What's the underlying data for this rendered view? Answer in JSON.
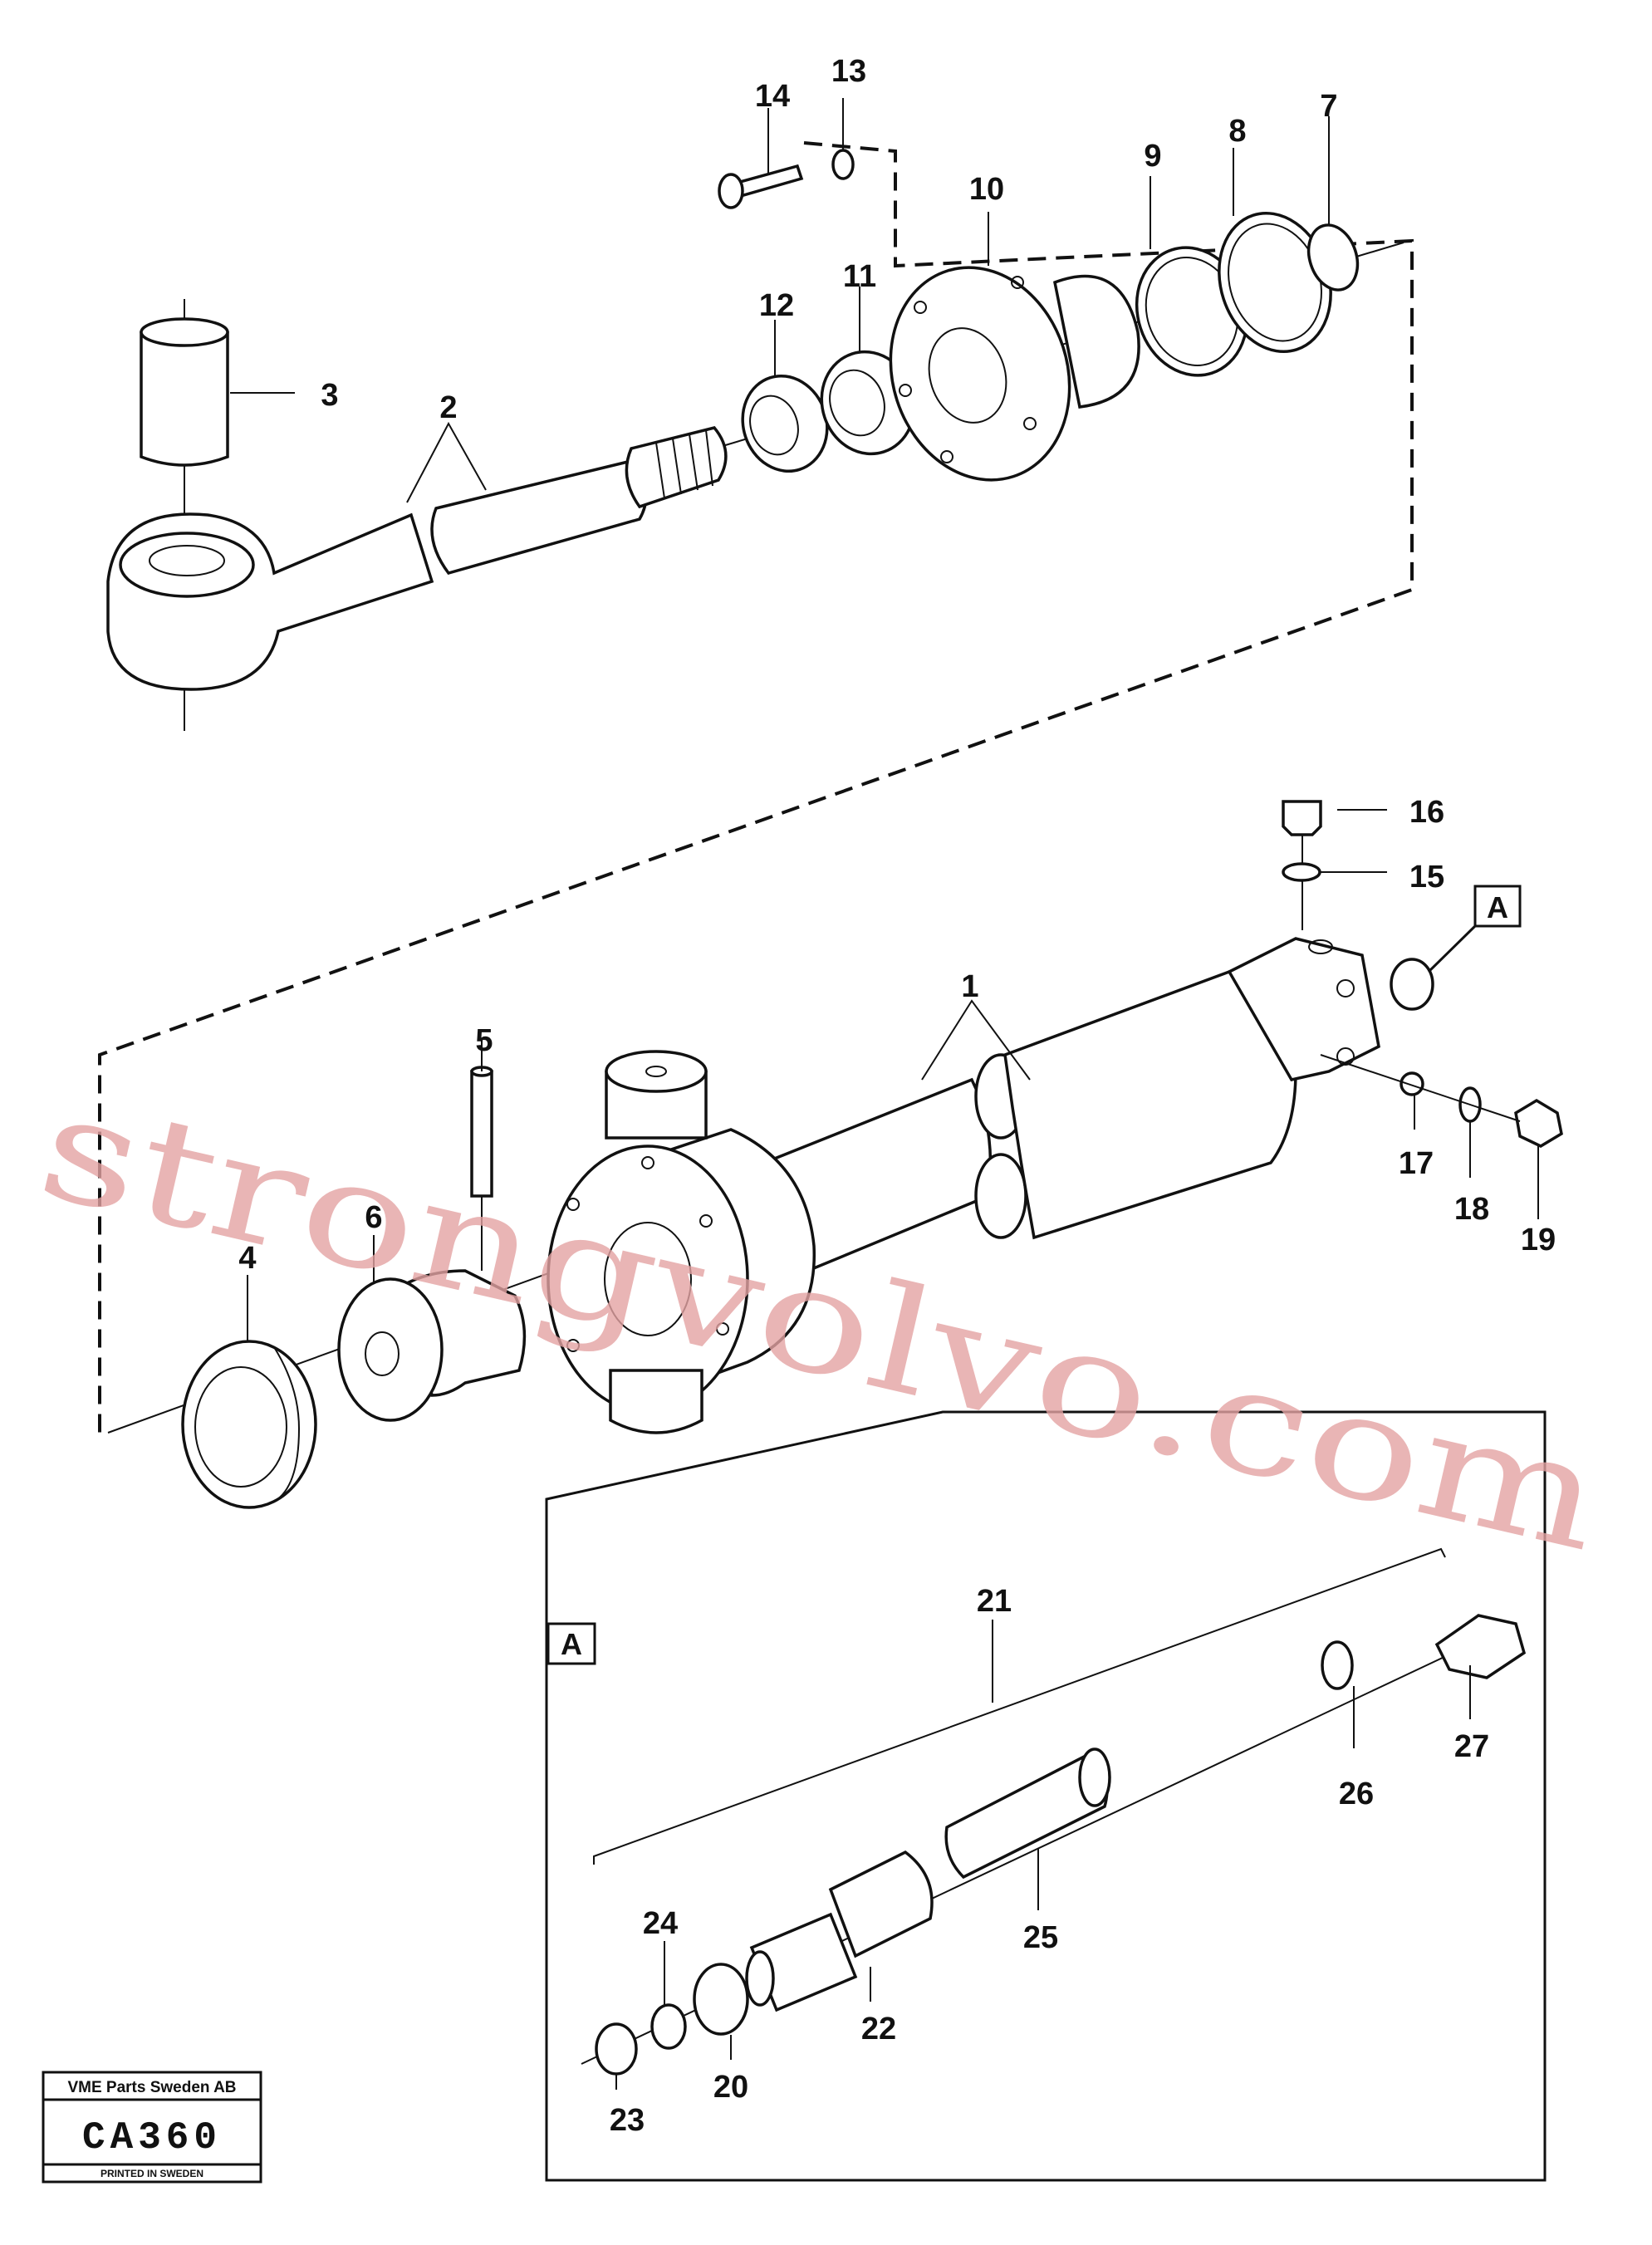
{
  "callouts": [
    {
      "id": "c1",
      "label": "1"
    },
    {
      "id": "c2",
      "label": "2"
    },
    {
      "id": "c3",
      "label": "3"
    },
    {
      "id": "c4",
      "label": "4"
    },
    {
      "id": "c5",
      "label": "5"
    },
    {
      "id": "c6",
      "label": "6"
    },
    {
      "id": "c7",
      "label": "7"
    },
    {
      "id": "c8",
      "label": "8"
    },
    {
      "id": "c9",
      "label": "9"
    },
    {
      "id": "c10",
      "label": "10"
    },
    {
      "id": "c11",
      "label": "11"
    },
    {
      "id": "c12",
      "label": "12"
    },
    {
      "id": "c13",
      "label": "13"
    },
    {
      "id": "c14",
      "label": "14"
    },
    {
      "id": "c15",
      "label": "15"
    },
    {
      "id": "c16",
      "label": "16"
    },
    {
      "id": "c17",
      "label": "17"
    },
    {
      "id": "c18",
      "label": "18"
    },
    {
      "id": "c19",
      "label": "19"
    },
    {
      "id": "c20",
      "label": "20"
    },
    {
      "id": "c21",
      "label": "21"
    },
    {
      "id": "c22",
      "label": "22"
    },
    {
      "id": "c23",
      "label": "23"
    },
    {
      "id": "c24",
      "label": "24"
    },
    {
      "id": "c25",
      "label": "25"
    },
    {
      "id": "c26",
      "label": "26"
    },
    {
      "id": "c27",
      "label": "27"
    }
  ],
  "detail_marker": "A",
  "detail_box_label": "A",
  "watermark": "strongvolvo.com",
  "stamp": {
    "company": "VME Parts Sweden AB",
    "code": "CA360",
    "printed": "PRINTED IN SWEDEN"
  }
}
